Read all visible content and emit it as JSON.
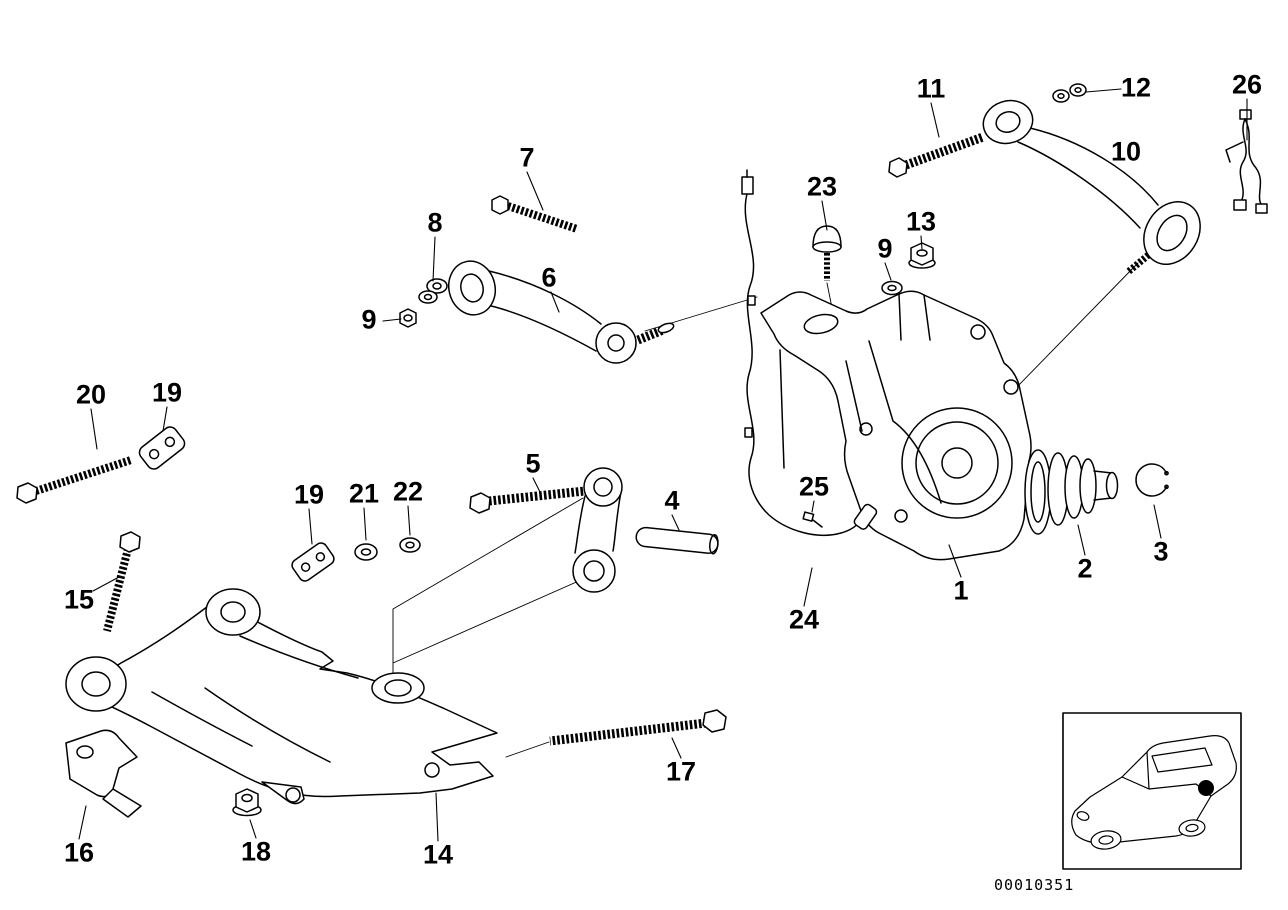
{
  "page": {
    "background": "#ffffff",
    "ink": "#000000",
    "highlight_dot_color": "#000000"
  },
  "doc_number": "00010351",
  "icons": {
    "thumbnail": "car-three-quarter-outline-icon"
  },
  "callouts": [
    "7",
    "8",
    "9",
    "6",
    "23",
    "11",
    "12",
    "10",
    "26",
    "13",
    "9",
    "20",
    "19",
    "5",
    "4",
    "19",
    "21",
    "22",
    "25",
    "15",
    "1",
    "2",
    "3",
    "24",
    "17",
    "16",
    "18",
    "14"
  ]
}
